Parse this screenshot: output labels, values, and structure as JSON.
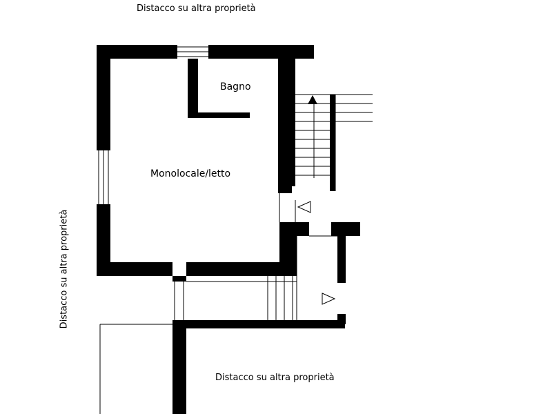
{
  "labels": {
    "distacco_top": "Distacco  su altra proprietà",
    "distacco_left": "Distacco  su altra proprietà",
    "distacco_bottom": "Distacco  su altra proprietà",
    "bathroom": "Bagno",
    "studio_bedroom": "Monolocale/letto"
  },
  "colors": {
    "wall": "#000000",
    "background": "#ffffff"
  },
  "icons": [
    "stair-up-arrow-icon",
    "entry-triangle-icon",
    "entry-triangle-icon"
  ]
}
